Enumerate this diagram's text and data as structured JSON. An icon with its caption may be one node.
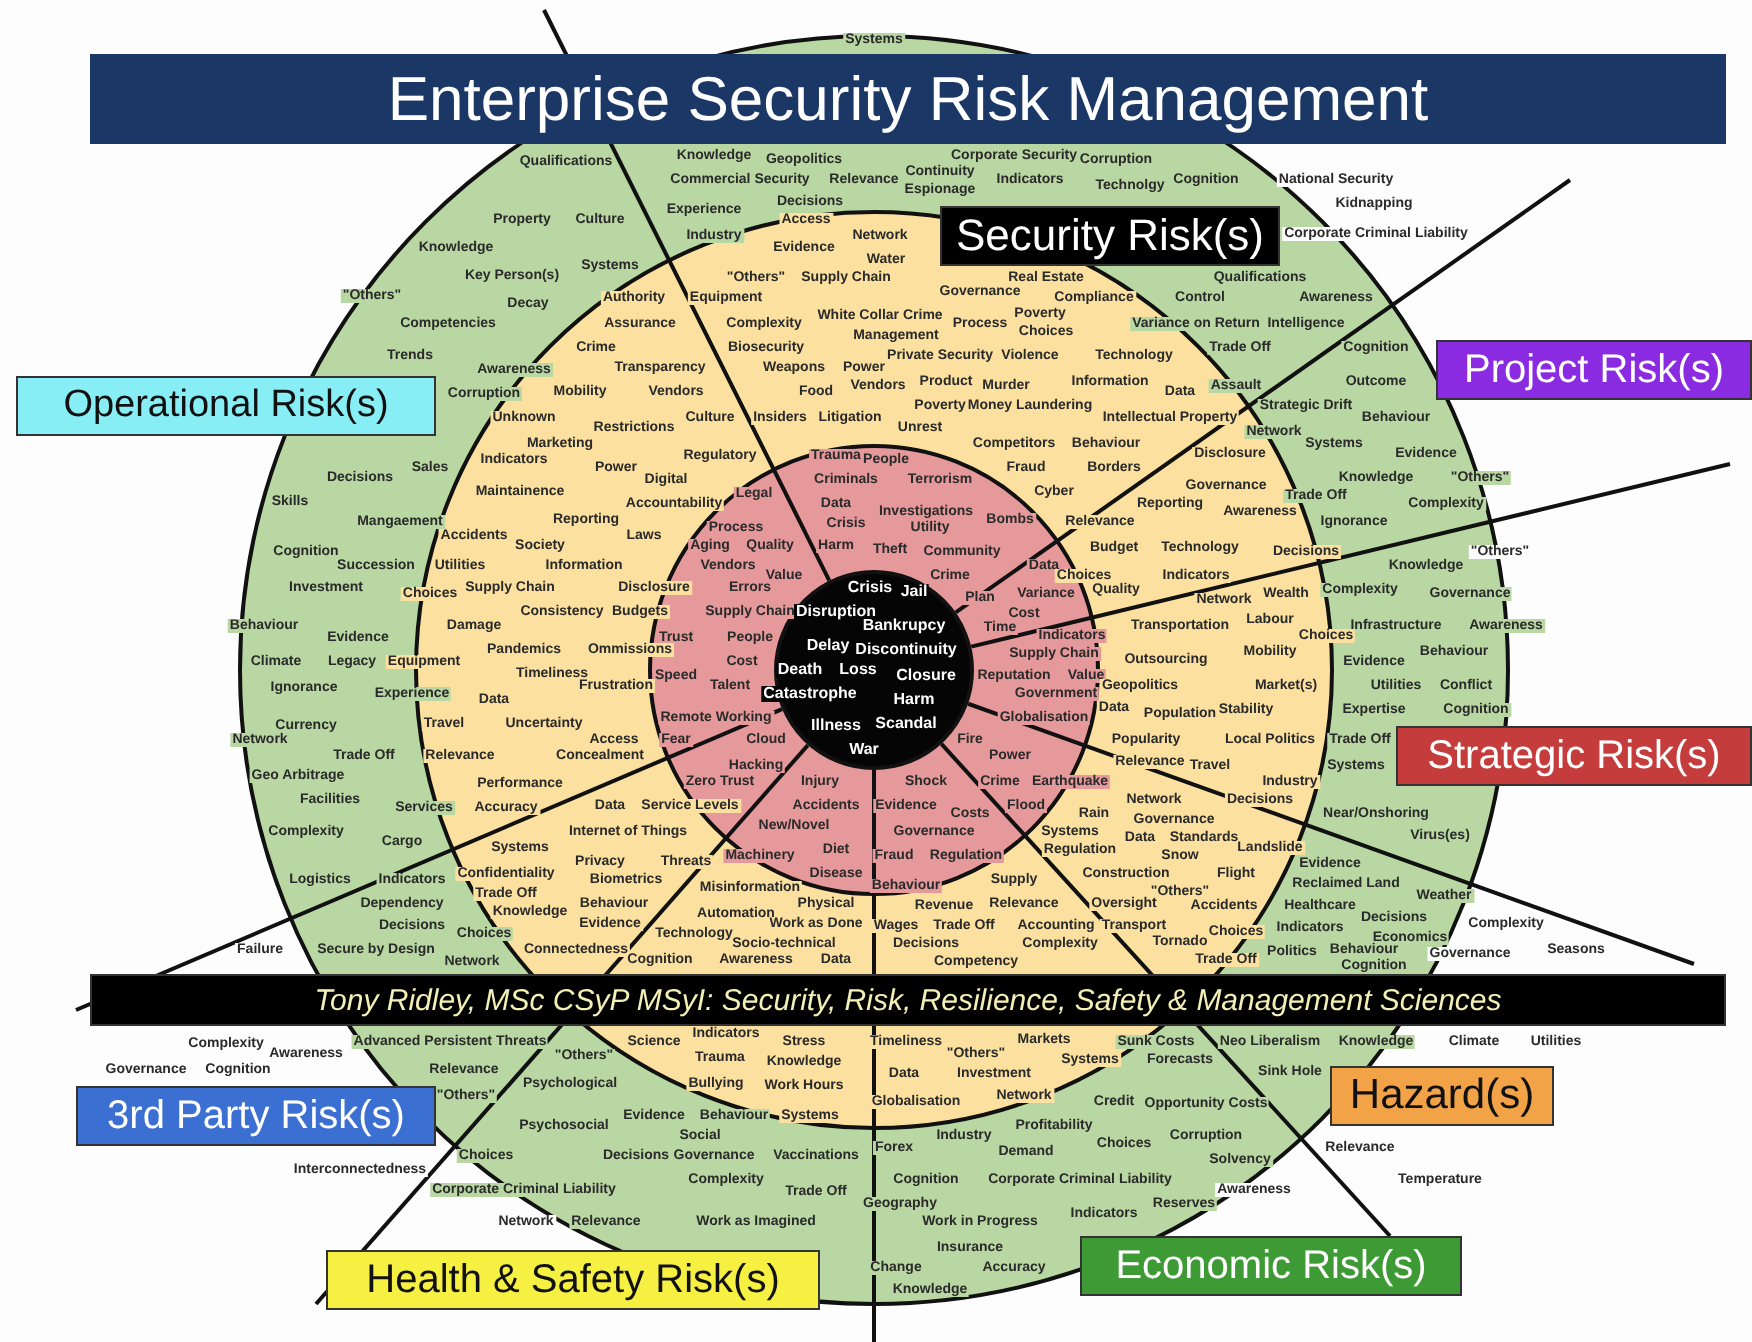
{
  "diagram": {
    "title": "Enterprise Security Risk Management",
    "nodes": [
      {
        "text": [
          "Security Risk(s)"
        ]
      },
      {
        "text": [
          "Operational Risk(s)"
        ]
      },
      {
        "text": [
          "Project Risk(s)"
        ]
      },
      {
        "text": [
          "Strategic Risk(s)"
        ]
      },
      {
        "text": [
          "Tony Ridley, MSc CSyP MSyI: Security, Risk, Resilience, Safety & Management Sciences"
        ]
      },
      {
        "text": [
          "3rd Party Risk(s)"
        ]
      },
      {
        "text": [
          "Hazard(s)"
        ]
      },
      {
        "text": [
          "Health & Safety Risk(s)"
        ]
      },
      {
        "text": [
          "Economic Risk(s)"
        ]
      }
    ],
    "labels": [
      "Systems",
      "Qualifications",
      "Knowledge",
      "Geopolitics",
      "Corporate Security",
      "Corruption",
      "Commercial Security",
      "Relevance",
      "Continuity",
      "Espionage",
      "Indicators",
      "Technolgy",
      "Cognition",
      "National Security",
      "Experience",
      "Decisions",
      "Kidnapping",
      "Property",
      "Culture",
      "Access",
      "Industry",
      "Network",
      "Corporate Criminal Liability",
      "Knowledge",
      "Evidence",
      "Systems",
      "Water",
      "Key Person(s)",
      "\"Others\"",
      "Supply Chain",
      "Real Estate",
      "Qualifications",
      "\"Others\"",
      "Decay",
      "Authority",
      "Equipment",
      "Governance",
      "Compliance",
      "Control",
      "Awareness",
      "Competencies",
      "Assurance",
      "Complexity",
      "White Collar Crime",
      "Management",
      "Process",
      "Poverty",
      "Choices",
      "Variance on Return",
      "Intelligence",
      "Trends",
      "Crime",
      "Biosecurity",
      "Private Security",
      "Violence",
      "Technology",
      "Trade Off",
      "Cognition",
      "Awareness",
      "Transparency",
      "Weapons",
      "Power",
      "Corruption",
      "Mobility",
      "Vendors",
      "Food",
      "Vendors",
      "Product",
      "Murder",
      "Information",
      "Data",
      "Assault",
      "Outcome",
      "Poverty",
      "Money Laundering",
      "Strategic Drift",
      "Unknown",
      "Culture",
      "Insiders",
      "Litigation",
      "Intellectual Property",
      "Behaviour",
      "Restrictions",
      "Unrest",
      "Network",
      "Marketing",
      "Competitors",
      "Behaviour",
      "Systems",
      "Indicators",
      "Regulatory",
      "Trauma",
      "People",
      "Disclosure",
      "Evidence",
      "Sales",
      "Power",
      "Fraud",
      "Borders",
      "Decisions",
      "Digital",
      "Criminals",
      "Terrorism",
      "Knowledge",
      "\"Others\"",
      "Maintainence",
      "Legal",
      "Cyber",
      "Governance",
      "Trade Off",
      "Skills",
      "Accountability",
      "Data",
      "Reporting",
      "Complexity",
      "Mangaement",
      "Reporting",
      "Investigations",
      "Bombs",
      "Relevance",
      "Awareness",
      "Ignorance",
      "Accidents",
      "Laws",
      "Process",
      "Crisis",
      "Utility",
      "Cognition",
      "Society",
      "Aging",
      "Quality",
      "Harm",
      "Theft",
      "Community",
      "Budget",
      "Technology",
      "Decisions",
      "\"Others\"",
      "Succession",
      "Utilities",
      "Information",
      "Vendors",
      "Data",
      "Knowledge",
      "Value",
      "Crime",
      "Choices",
      "Indicators",
      "Investment",
      "Choices",
      "Supply Chain",
      "Disclosure",
      "Errors",
      "Crisis",
      "Jail",
      "Plan",
      "Variance",
      "Quality",
      "Network",
      "Wealth",
      "Complexity",
      "Governance",
      "Consistency",
      "Budgets",
      "Supply Chain",
      "Disruption",
      "Cost",
      "Behaviour",
      "Damage",
      "Bankrupcy",
      "Time",
      "Transportation",
      "Labour",
      "Infrastructure",
      "Awareness",
      "Evidence",
      "Trust",
      "People",
      "Indicators",
      "Choices",
      "Pandemics",
      "Ommissions",
      "Delay",
      "Discontinuity",
      "Supply Chain",
      "Mobility",
      "Behaviour",
      "Climate",
      "Legacy",
      "Equipment",
      "Cost",
      "Outsourcing",
      "Evidence",
      "Timeliness",
      "Speed",
      "Death",
      "Loss",
      "Closure",
      "Reputation",
      "Value",
      "Ignorance",
      "Experience",
      "Frustration",
      "Talent",
      "Catastrophe",
      "Government",
      "Geopolitics",
      "Market(s)",
      "Utilities",
      "Conflict",
      "Data",
      "Harm",
      "Data",
      "Population",
      "Stability",
      "Expertise",
      "Cognition",
      "Currency",
      "Travel",
      "Uncertainty",
      "Remote Working",
      "Illness",
      "Scandal",
      "Globalisation",
      "Network",
      "Access",
      "Fear",
      "Cloud",
      "Fire",
      "Popularity",
      "Local Politics",
      "Trade Off",
      "Trade Off",
      "Relevance",
      "Concealment",
      "Hacking",
      "War",
      "Power",
      "Relevance",
      "Travel",
      "Systems",
      "Geo Arbitrage",
      "Performance",
      "Zero Trust",
      "Injury",
      "Shock",
      "Crime",
      "Earthquake",
      "Industry",
      "Facilities",
      "Network",
      "Decisions",
      "Services",
      "Accuracy",
      "Data",
      "Service Levels",
      "Accidents",
      "Evidence",
      "Costs",
      "Flood",
      "Rain",
      "Governance",
      "Near/Onshoring",
      "Complexity",
      "Internet of Things",
      "New/Novel",
      "Governance",
      "Systems",
      "Data",
      "Standards",
      "Virus(es)",
      "Cargo",
      "Systems",
      "Diet",
      "Regulation",
      "Landslide",
      "Privacy",
      "Threats",
      "Machinery",
      "Fraud",
      "Regulation",
      "Snow",
      "Evidence",
      "Logistics",
      "Indicators",
      "Confidentiality",
      "Biometrics",
      "Disease",
      "Supply",
      "Construction",
      "Flight",
      "Trade Off",
      "Misinformation",
      "Behaviour",
      "\"Others\"",
      "Reclaimed Land",
      "Weather",
      "Dependency",
      "Behaviour",
      "Physical",
      "Revenue",
      "Relevance",
      "Oversight",
      "Accidents",
      "Healthcare",
      "Knowledge",
      "Automation",
      "Decisions",
      "Decisions",
      "Evidence",
      "Work as Done",
      "Wages",
      "Trade Off",
      "Accounting",
      "Transport",
      "Indicators",
      "Complexity",
      "Choices",
      "Technology",
      "Choices",
      "Economics",
      "Failure",
      "Secure by Design",
      "Connectedness",
      "Socio-technical",
      "Decisions",
      "Complexity",
      "Tornado",
      "Politics",
      "Behaviour",
      "Governance",
      "Seasons",
      "Network",
      "Cognition",
      "Awareness",
      "Data",
      "Competency",
      "Trade Off",
      "Cognition",
      "Indicators",
      "Complexity",
      "Advanced Persistent Threats",
      "Science",
      "Stress",
      "Timeliness",
      "Markets",
      "Sunk Costs",
      "Neo Liberalism",
      "Knowledge",
      "Climate",
      "Utilities",
      "Awareness",
      "\"Others\"",
      "Trauma",
      "Knowledge",
      "\"Others\"",
      "Systems",
      "Forecasts",
      "Governance",
      "Cognition",
      "Relevance",
      "Data",
      "Investment",
      "Sink Hole",
      "Psychological",
      "Bullying",
      "Work Hours",
      "\"Others\"",
      "Globalisation",
      "Network",
      "Credit",
      "Opportunity Costs",
      "Evidence",
      "Behaviour",
      "Systems",
      "Psychosocial",
      "Social",
      "Industry",
      "Profitability",
      "Choices",
      "Corruption",
      "Choices",
      "Decisions",
      "Governance",
      "Vaccinations",
      "Forex",
      "Demand",
      "Solvency",
      "Relevance",
      "Interconnectedness",
      "Complexity",
      "Cognition",
      "Corporate Criminal Liability",
      "Temperature",
      "Corporate Criminal Liability",
      "Trade Off",
      "Awareness",
      "Geography",
      "Indicators",
      "Reserves",
      "Network",
      "Relevance",
      "Work as Imagined",
      "Work in Progress",
      "Insurance",
      "Change",
      "Accuracy",
      "Knowledge"
    ]
  }
}
